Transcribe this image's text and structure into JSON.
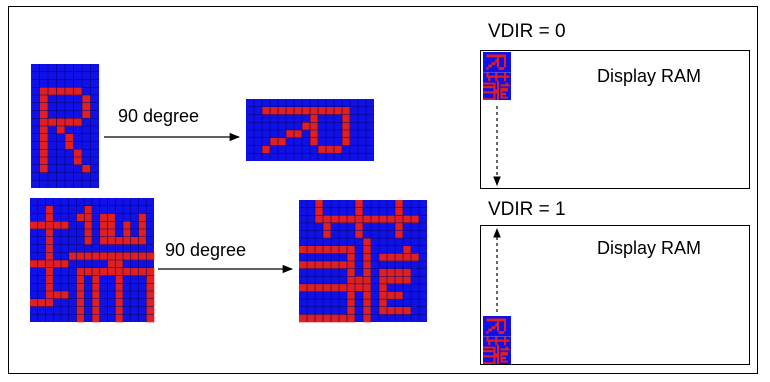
{
  "colors": {
    "glyph_background": "#1010e8",
    "glyph_pixel": "#e02020",
    "grid_line": "#05056a",
    "stroke": "#000000"
  },
  "left_panel": {
    "rows": [
      {
        "glyph": "R",
        "arrow_label": "90 degree"
      },
      {
        "glyph": "瑞",
        "arrow_label": "90 degree"
      }
    ]
  },
  "right_panel": {
    "panels": [
      {
        "title": "VDIR = 0",
        "ram_label": "Display RAM",
        "scan_direction": "down",
        "glyph_position": "top-left"
      },
      {
        "title": "VDIR = 1",
        "ram_label": "Display RAM",
        "scan_direction": "up",
        "glyph_position": "bottom-left"
      }
    ]
  },
  "icons": [
    "right-arrow-icon",
    "dotted-down-arrow-icon",
    "dotted-up-arrow-icon"
  ]
}
